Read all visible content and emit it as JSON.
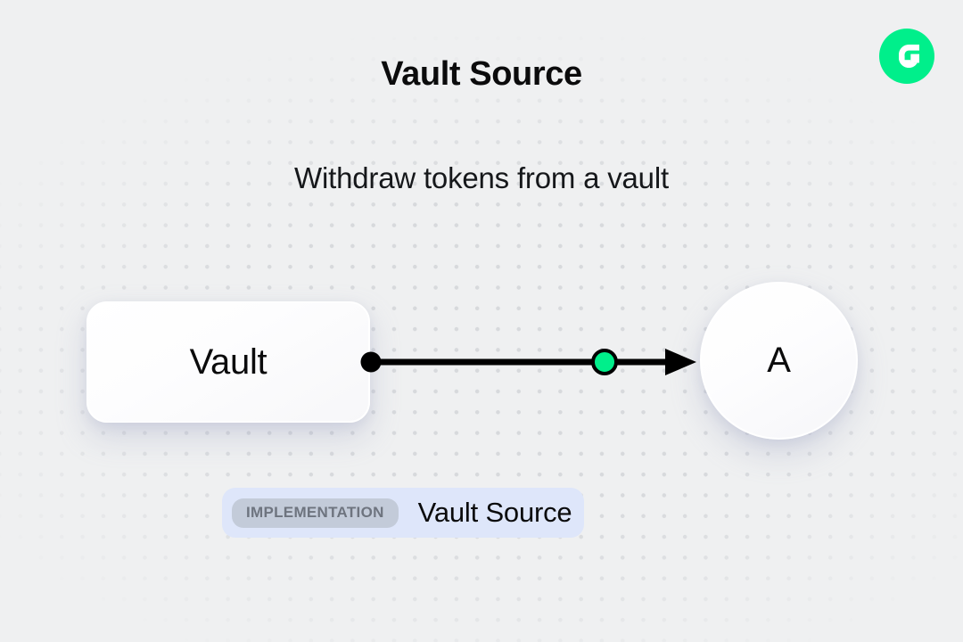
{
  "header": {
    "title": "Vault Source",
    "subtitle": "Withdraw tokens from a vault",
    "logo_icon": "flow-logo-icon",
    "logo_color": "#00ef8b"
  },
  "diagram": {
    "type": "flow-diagram",
    "nodes": [
      {
        "id": "vault",
        "label": "Vault",
        "shape": "rounded-rect"
      },
      {
        "id": "a",
        "label": "A",
        "shape": "circle"
      }
    ],
    "edges": [
      {
        "from": "vault",
        "to": "a",
        "source_handle_color": "#000000",
        "midpoint_handle_color": "#00ef8b",
        "arrow_color": "#000000"
      }
    ]
  },
  "badge": {
    "tag": "IMPLEMENTATION",
    "name": "Vault Source",
    "background_color": "#dee6fa",
    "tag_background_color": "#c3cbd9",
    "tag_text_color": "#6e747f"
  },
  "background": {
    "color": "#eff0f1",
    "dot_color": "#d7d9dc"
  }
}
